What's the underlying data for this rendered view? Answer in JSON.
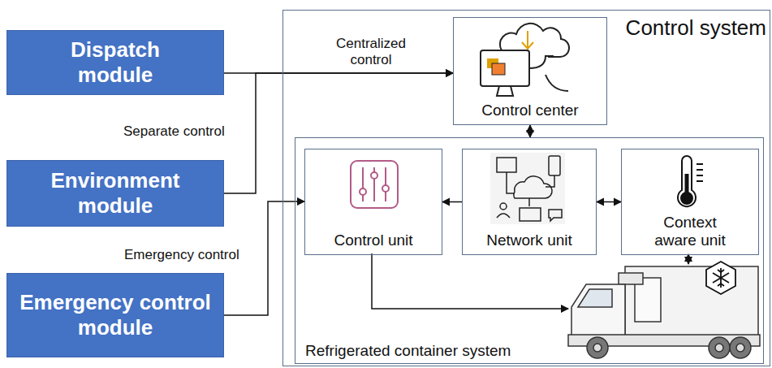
{
  "diagram": {
    "nodes": [
      {
        "text": [
          "Dispatch module"
        ]
      },
      {
        "text": [
          "Environment module"
        ]
      },
      {
        "text": [
          "Emergency control module"
        ]
      },
      {
        "text": [
          "Control system"
        ]
      },
      {
        "text": [
          "Control center"
        ],
        "in": 3
      },
      {
        "text": [
          "Refrigerated container system"
        ],
        "in": 3
      },
      {
        "text": [
          "Control unit"
        ],
        "in": 5
      },
      {
        "text": [
          "Network unit"
        ],
        "in": 5
      },
      {
        "text": [
          "Context aware unit"
        ],
        "in": 5
      }
    ],
    "edges": [
      {
        "from": 0,
        "to": 4,
        "label": "Centralized control",
        "arrow": "to"
      },
      {
        "from": 1,
        "to": 4,
        "label": "Separate control",
        "arrow": "to"
      },
      {
        "from": 2,
        "to": 6,
        "label": "Emergency control",
        "arrow": "to"
      },
      {
        "from": 4,
        "to": 5,
        "arrow": "both"
      },
      {
        "from": 7,
        "to": 6,
        "arrow": "to"
      },
      {
        "from": 7,
        "to": 8,
        "arrow": "both"
      }
    ]
  }
}
